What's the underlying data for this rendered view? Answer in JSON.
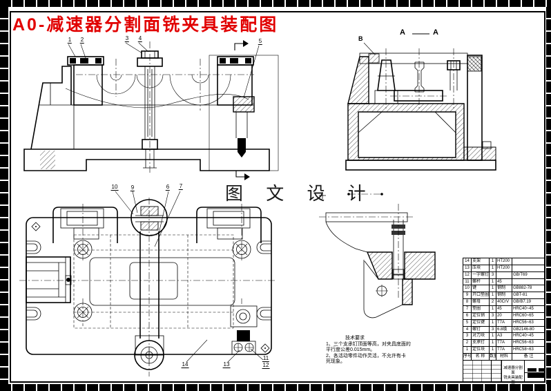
{
  "sheet": {
    "title": "A0-减速器分割面铣夹具装配图",
    "watermark": "图 文 设 计"
  },
  "annotations": {
    "section_a_left": "A",
    "section_a_right": "A",
    "view_b": "B",
    "balloons_front": [
      "1",
      "2",
      "3",
      "4",
      "5"
    ],
    "balloons_plan_top": [
      "10",
      "9",
      "6",
      "7"
    ],
    "balloons_plan_bottom": [
      "14",
      "13",
      "11",
      "12"
    ]
  },
  "tech_requirements": {
    "title": "技术要求",
    "lines": [
      "1、三个支承钉顶面等高，对夹具底面的",
      "平行度公差0.015mm。",
      "2、各活动零件动作灵活，不允许有卡",
      "死现象。"
    ]
  },
  "parts_table": {
    "headers": [
      "序号",
      "名 称",
      "数量",
      "材料",
      "备 注"
    ],
    "rows": [
      [
        "14",
        "支架",
        "1",
        "HT200",
        ""
      ],
      [
        "13",
        "压块",
        "1",
        "HT200",
        ""
      ],
      [
        "12",
        "一字螺钉",
        "3",
        "",
        "GB/T69"
      ],
      [
        "11",
        "螺杆",
        "1",
        "45",
        ""
      ],
      [
        "10",
        "键",
        "1",
        "钢制",
        "GB882-78"
      ],
      [
        "9",
        "开口垫圈",
        "1",
        "钢制",
        "GBT-81"
      ],
      [
        "8",
        "螺母",
        "2",
        "40CrV",
        "GB/B7.19"
      ],
      [
        "7",
        "垫圈",
        "1",
        "45",
        "HRC40~45"
      ],
      [
        "6",
        "定位销",
        "3",
        "20",
        "HRC60~65"
      ],
      [
        "5",
        "定位键",
        "1",
        "T7A",
        "HRC56~63"
      ],
      [
        "4",
        "螺钉",
        "3",
        "6.8级",
        "GB2146-80"
      ],
      [
        "3",
        "对刀块",
        "1",
        "A3",
        "HRC40~45"
      ],
      [
        "2",
        "支承钉",
        "1",
        "T7A",
        "HRC56~63"
      ],
      [
        "1",
        "定位块",
        "1",
        "T7A",
        "HRC58~63"
      ]
    ]
  },
  "title_block": {
    "name_line1": "减速器分割面",
    "name_line2": "铣夹具装配图"
  },
  "colors": {
    "title_red": "#e10000",
    "ink": "#000000"
  }
}
